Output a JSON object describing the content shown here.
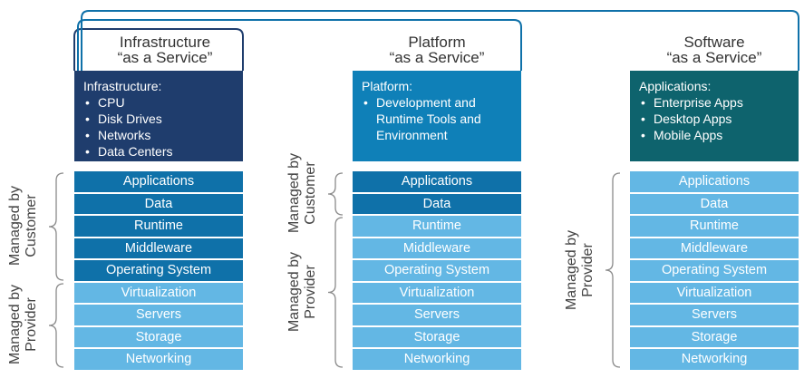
{
  "colors": {
    "customer_layer": "#0f71a9",
    "provider_layer": "#63b7e4",
    "iaas_header": "#1f3d6d",
    "paas_header": "#0f80b8",
    "saas_header": "#0e636d",
    "outline_dark": "#1f3d6d",
    "outline_light": "#0f71a9"
  },
  "columns": [
    {
      "title_line1": "Infrastructure",
      "title_line2": "“as a Service”",
      "header_label": "Infrastructure:",
      "header_items": [
        "CPU",
        "Disk Drives",
        "Networks",
        "Data Centers"
      ],
      "brace_labels": [
        {
          "line1": "Managed by",
          "line2": "Customer"
        },
        {
          "line1": "Managed by",
          "line2": "Provider"
        }
      ],
      "customer_layers": 5,
      "layers": [
        "Applications",
        "Data",
        "Runtime",
        "Middleware",
        "Operating System",
        "Virtualization",
        "Servers",
        "Storage",
        "Networking"
      ]
    },
    {
      "title_line1": "Platform",
      "title_line2": "“as a Service”",
      "header_label": "Platform:",
      "header_items": [
        "Development and Runtime Tools and Environment"
      ],
      "brace_labels": [
        {
          "line1": "Managed by",
          "line2": "Customer"
        },
        {
          "line1": "Managed by",
          "line2": "Provider"
        }
      ],
      "customer_layers": 2,
      "layers": [
        "Applications",
        "Data",
        "Runtime",
        "Middleware",
        "Operating System",
        "Virtualization",
        "Servers",
        "Storage",
        "Networking"
      ]
    },
    {
      "title_line1": "Software",
      "title_line2": "“as a Service”",
      "header_label": "Applications:",
      "header_items": [
        "Enterprise Apps",
        "Desktop Apps",
        "Mobile Apps"
      ],
      "brace_labels": [
        {
          "line1": "Managed by",
          "line2": "Provider"
        }
      ],
      "customer_layers": 0,
      "layers": [
        "Applications",
        "Data",
        "Runtime",
        "Middleware",
        "Operating System",
        "Virtualization",
        "Servers",
        "Storage",
        "Networking"
      ]
    }
  ]
}
